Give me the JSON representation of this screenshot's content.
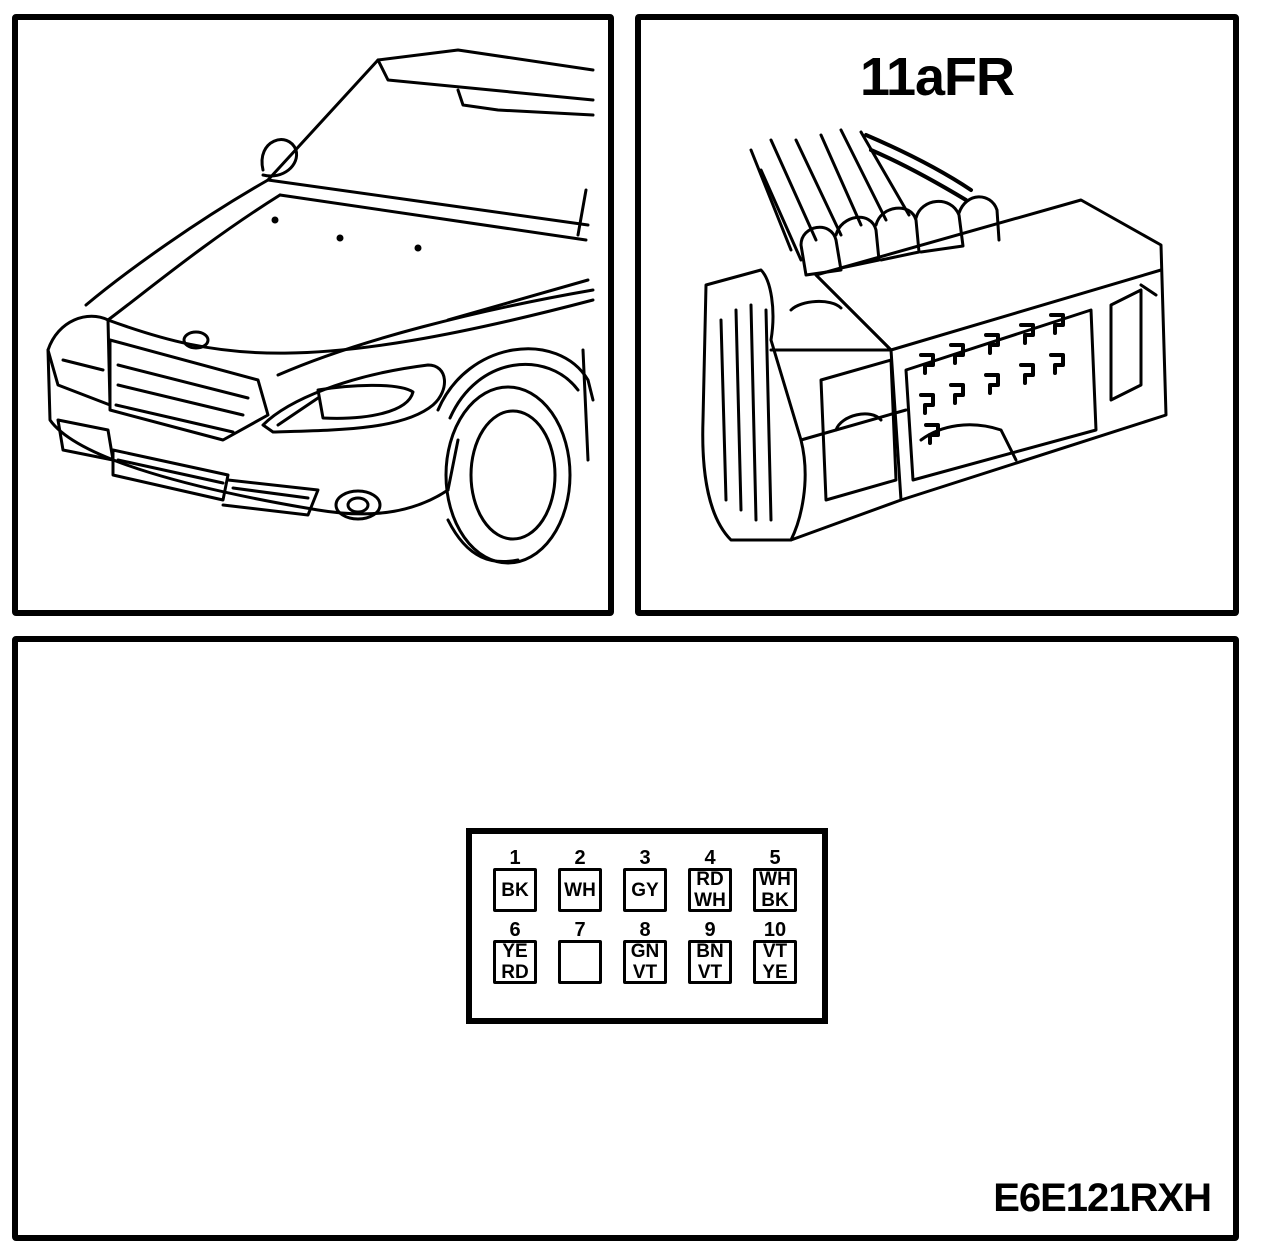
{
  "connector": {
    "label": "11aFR"
  },
  "figure_code": "E6E121RXH",
  "pins": [
    {
      "number": "1",
      "colors": [
        "BK"
      ]
    },
    {
      "number": "2",
      "colors": [
        "WH"
      ]
    },
    {
      "number": "3",
      "colors": [
        "GY"
      ]
    },
    {
      "number": "4",
      "colors": [
        "RD",
        "WH"
      ]
    },
    {
      "number": "5",
      "colors": [
        "WH",
        "BK"
      ]
    },
    {
      "number": "6",
      "colors": [
        "YE",
        "RD"
      ]
    },
    {
      "number": "7",
      "colors": []
    },
    {
      "number": "8",
      "colors": [
        "GN",
        "VT"
      ]
    },
    {
      "number": "9",
      "colors": [
        "BN",
        "VT"
      ]
    },
    {
      "number": "10",
      "colors": [
        "VT",
        "YE"
      ]
    }
  ]
}
